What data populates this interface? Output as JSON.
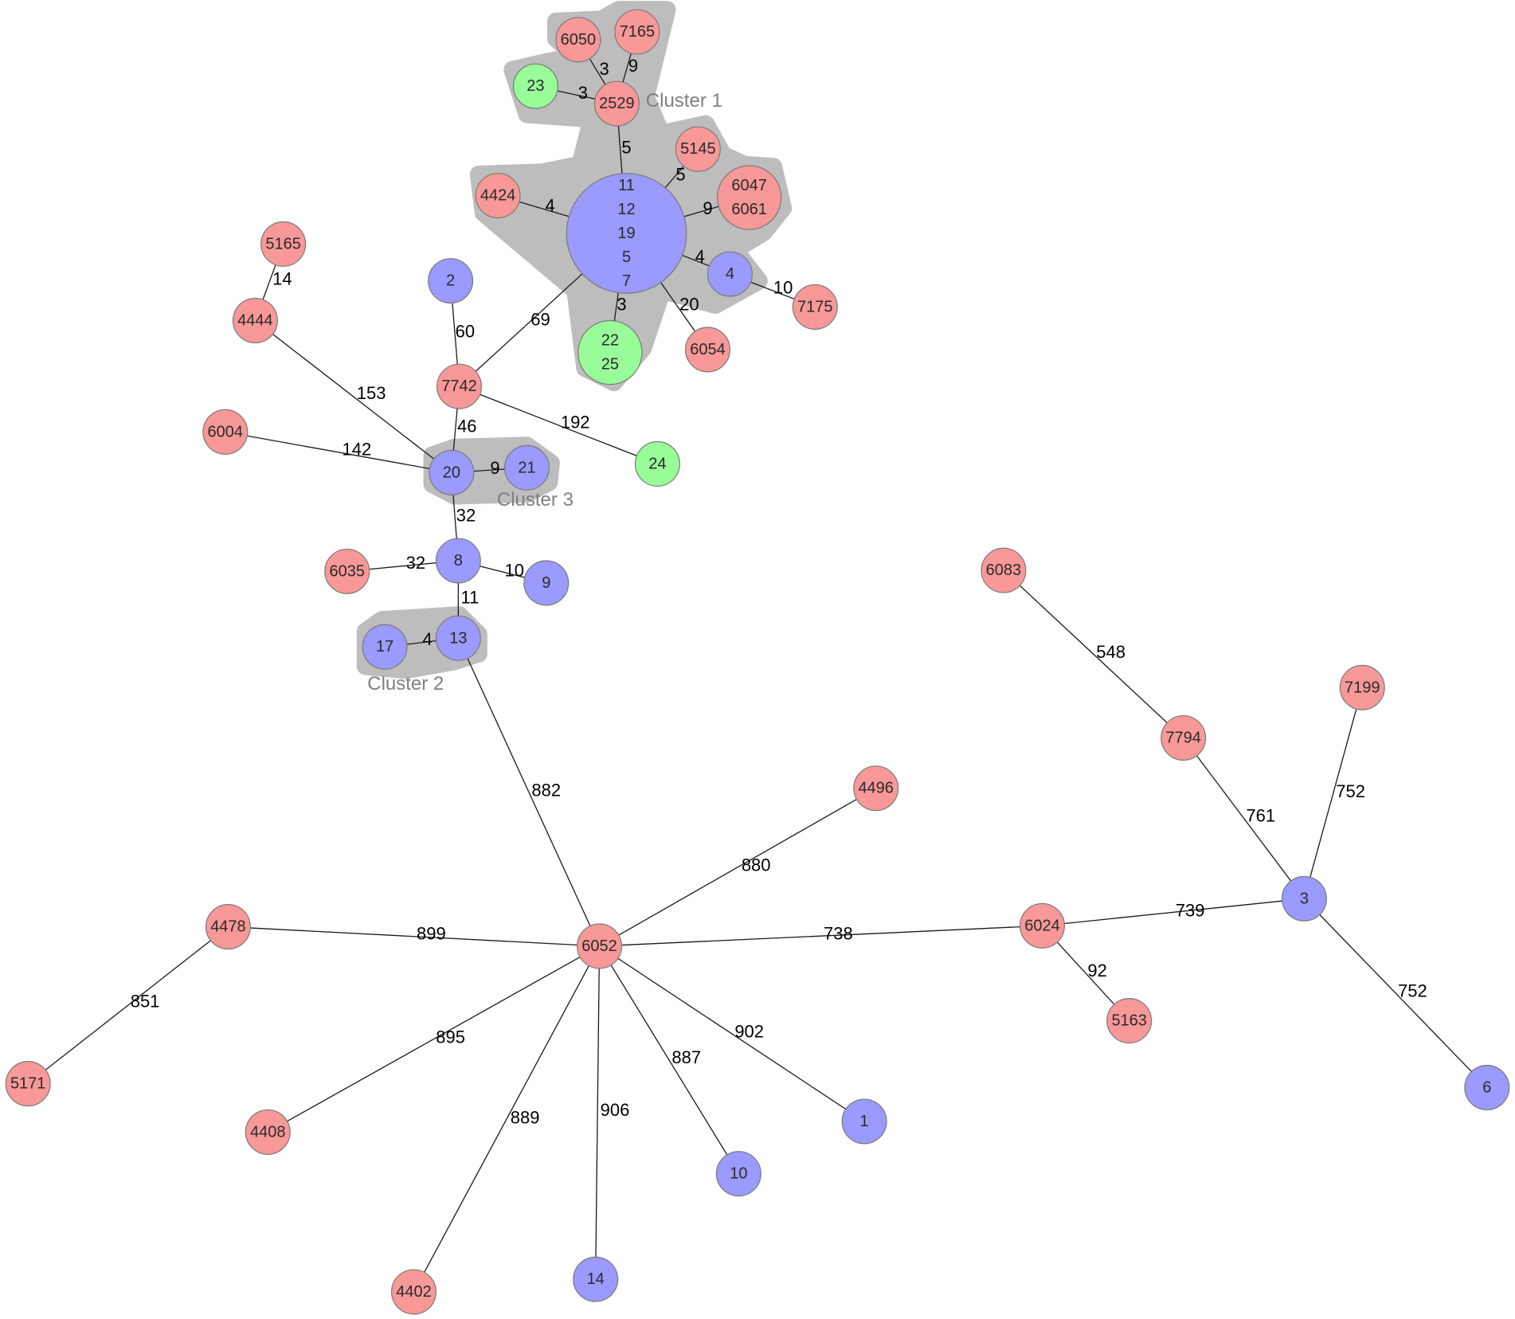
{
  "colors": {
    "red": "#f89898",
    "blue": "#9a9aff",
    "green": "#98fc98",
    "cluster": "#bdbdbd",
    "cluster_label": "#808080"
  },
  "clusters": [
    {
      "id": "c1",
      "label": "Cluster 1"
    },
    {
      "id": "c2",
      "label": "Cluster 2"
    },
    {
      "id": "c3",
      "label": "Cluster 3"
    }
  ],
  "nodes": [
    {
      "id": "hub",
      "labels": [
        "11",
        "12",
        "19",
        "5",
        "7"
      ],
      "color": "blue"
    },
    {
      "id": "2529",
      "labels": [
        "2529"
      ],
      "color": "red"
    },
    {
      "id": "6050",
      "labels": [
        "6050"
      ],
      "color": "red"
    },
    {
      "id": "7165",
      "labels": [
        "7165"
      ],
      "color": "red"
    },
    {
      "id": "23",
      "labels": [
        "23"
      ],
      "color": "green"
    },
    {
      "id": "5145",
      "labels": [
        "5145"
      ],
      "color": "red"
    },
    {
      "id": "6047",
      "labels": [
        "6047",
        "6061"
      ],
      "color": "red"
    },
    {
      "id": "4424",
      "labels": [
        "4424"
      ],
      "color": "red"
    },
    {
      "id": "4",
      "labels": [
        "4"
      ],
      "color": "blue"
    },
    {
      "id": "7175",
      "labels": [
        "7175"
      ],
      "color": "red"
    },
    {
      "id": "22",
      "labels": [
        "22",
        "25"
      ],
      "color": "green"
    },
    {
      "id": "6054",
      "labels": [
        "6054"
      ],
      "color": "red"
    },
    {
      "id": "5165",
      "labels": [
        "5165"
      ],
      "color": "red"
    },
    {
      "id": "4444",
      "labels": [
        "4444"
      ],
      "color": "red"
    },
    {
      "id": "2",
      "labels": [
        "2"
      ],
      "color": "blue"
    },
    {
      "id": "7742",
      "labels": [
        "7742"
      ],
      "color": "red"
    },
    {
      "id": "6004",
      "labels": [
        "6004"
      ],
      "color": "red"
    },
    {
      "id": "24",
      "labels": [
        "24"
      ],
      "color": "green"
    },
    {
      "id": "20",
      "labels": [
        "20"
      ],
      "color": "blue"
    },
    {
      "id": "21",
      "labels": [
        "21"
      ],
      "color": "blue"
    },
    {
      "id": "8",
      "labels": [
        "8"
      ],
      "color": "blue"
    },
    {
      "id": "6035",
      "labels": [
        "6035"
      ],
      "color": "red"
    },
    {
      "id": "9",
      "labels": [
        "9"
      ],
      "color": "blue"
    },
    {
      "id": "13",
      "labels": [
        "13"
      ],
      "color": "blue"
    },
    {
      "id": "17",
      "labels": [
        "17"
      ],
      "color": "blue"
    },
    {
      "id": "6083",
      "labels": [
        "6083"
      ],
      "color": "red"
    },
    {
      "id": "7794",
      "labels": [
        "7794"
      ],
      "color": "red"
    },
    {
      "id": "7199",
      "labels": [
        "7199"
      ],
      "color": "red"
    },
    {
      "id": "3",
      "labels": [
        "3"
      ],
      "color": "blue"
    },
    {
      "id": "6",
      "labels": [
        "6"
      ],
      "color": "blue"
    },
    {
      "id": "6024",
      "labels": [
        "6024"
      ],
      "color": "red"
    },
    {
      "id": "5163",
      "labels": [
        "5163"
      ],
      "color": "red"
    },
    {
      "id": "6052",
      "labels": [
        "6052"
      ],
      "color": "red"
    },
    {
      "id": "4496",
      "labels": [
        "4496"
      ],
      "color": "red"
    },
    {
      "id": "4478",
      "labels": [
        "4478"
      ],
      "color": "red"
    },
    {
      "id": "5171",
      "labels": [
        "5171"
      ],
      "color": "red"
    },
    {
      "id": "4408",
      "labels": [
        "4408"
      ],
      "color": "red"
    },
    {
      "id": "4402",
      "labels": [
        "4402"
      ],
      "color": "red"
    },
    {
      "id": "14",
      "labels": [
        "14"
      ],
      "color": "blue"
    },
    {
      "id": "10",
      "labels": [
        "10"
      ],
      "color": "blue"
    },
    {
      "id": "1",
      "labels": [
        "1"
      ],
      "color": "blue"
    }
  ],
  "edges": [
    {
      "source": "2529",
      "target": "6050",
      "weight": "3"
    },
    {
      "source": "2529",
      "target": "7165",
      "weight": "9"
    },
    {
      "source": "2529",
      "target": "23",
      "weight": "3"
    },
    {
      "source": "2529",
      "target": "hub",
      "weight": "5"
    },
    {
      "source": "hub",
      "target": "5145",
      "weight": "5"
    },
    {
      "source": "hub",
      "target": "6047",
      "weight": "9"
    },
    {
      "source": "hub",
      "target": "4424",
      "weight": "4"
    },
    {
      "source": "hub",
      "target": "4",
      "weight": "4"
    },
    {
      "source": "4",
      "target": "7175",
      "weight": "10"
    },
    {
      "source": "hub",
      "target": "22",
      "weight": "3"
    },
    {
      "source": "hub",
      "target": "6054",
      "weight": "20"
    },
    {
      "source": "hub",
      "target": "7742",
      "weight": "69"
    },
    {
      "source": "5165",
      "target": "4444",
      "weight": "14"
    },
    {
      "source": "4444",
      "target": "20",
      "weight": "153"
    },
    {
      "source": "2",
      "target": "7742",
      "weight": "60"
    },
    {
      "source": "7742",
      "target": "24",
      "weight": "192"
    },
    {
      "source": "7742",
      "target": "20",
      "weight": "46"
    },
    {
      "source": "6004",
      "target": "20",
      "weight": "142"
    },
    {
      "source": "20",
      "target": "21",
      "weight": "9"
    },
    {
      "source": "20",
      "target": "8",
      "weight": "32"
    },
    {
      "source": "8",
      "target": "6035",
      "weight": "32"
    },
    {
      "source": "8",
      "target": "9",
      "weight": "10"
    },
    {
      "source": "8",
      "target": "13",
      "weight": "11"
    },
    {
      "source": "13",
      "target": "17",
      "weight": "4"
    },
    {
      "source": "13",
      "target": "6052",
      "weight": "882"
    },
    {
      "source": "6083",
      "target": "7794",
      "weight": "548"
    },
    {
      "source": "7794",
      "target": "3",
      "weight": "761"
    },
    {
      "source": "7199",
      "target": "3",
      "weight": "752"
    },
    {
      "source": "3",
      "target": "6",
      "weight": "752"
    },
    {
      "source": "6024",
      "target": "3",
      "weight": "739"
    },
    {
      "source": "6024",
      "target": "5163",
      "weight": "92"
    },
    {
      "source": "6052",
      "target": "6024",
      "weight": "738"
    },
    {
      "source": "6052",
      "target": "4496",
      "weight": "880"
    },
    {
      "source": "4478",
      "target": "6052",
      "weight": "899"
    },
    {
      "source": "4478",
      "target": "5171",
      "weight": "851"
    },
    {
      "source": "6052",
      "target": "4408",
      "weight": "895"
    },
    {
      "source": "6052",
      "target": "4402",
      "weight": "889"
    },
    {
      "source": "6052",
      "target": "14",
      "weight": "906"
    },
    {
      "source": "6052",
      "target": "10",
      "weight": "887"
    },
    {
      "source": "6052",
      "target": "1",
      "weight": "902"
    }
  ]
}
